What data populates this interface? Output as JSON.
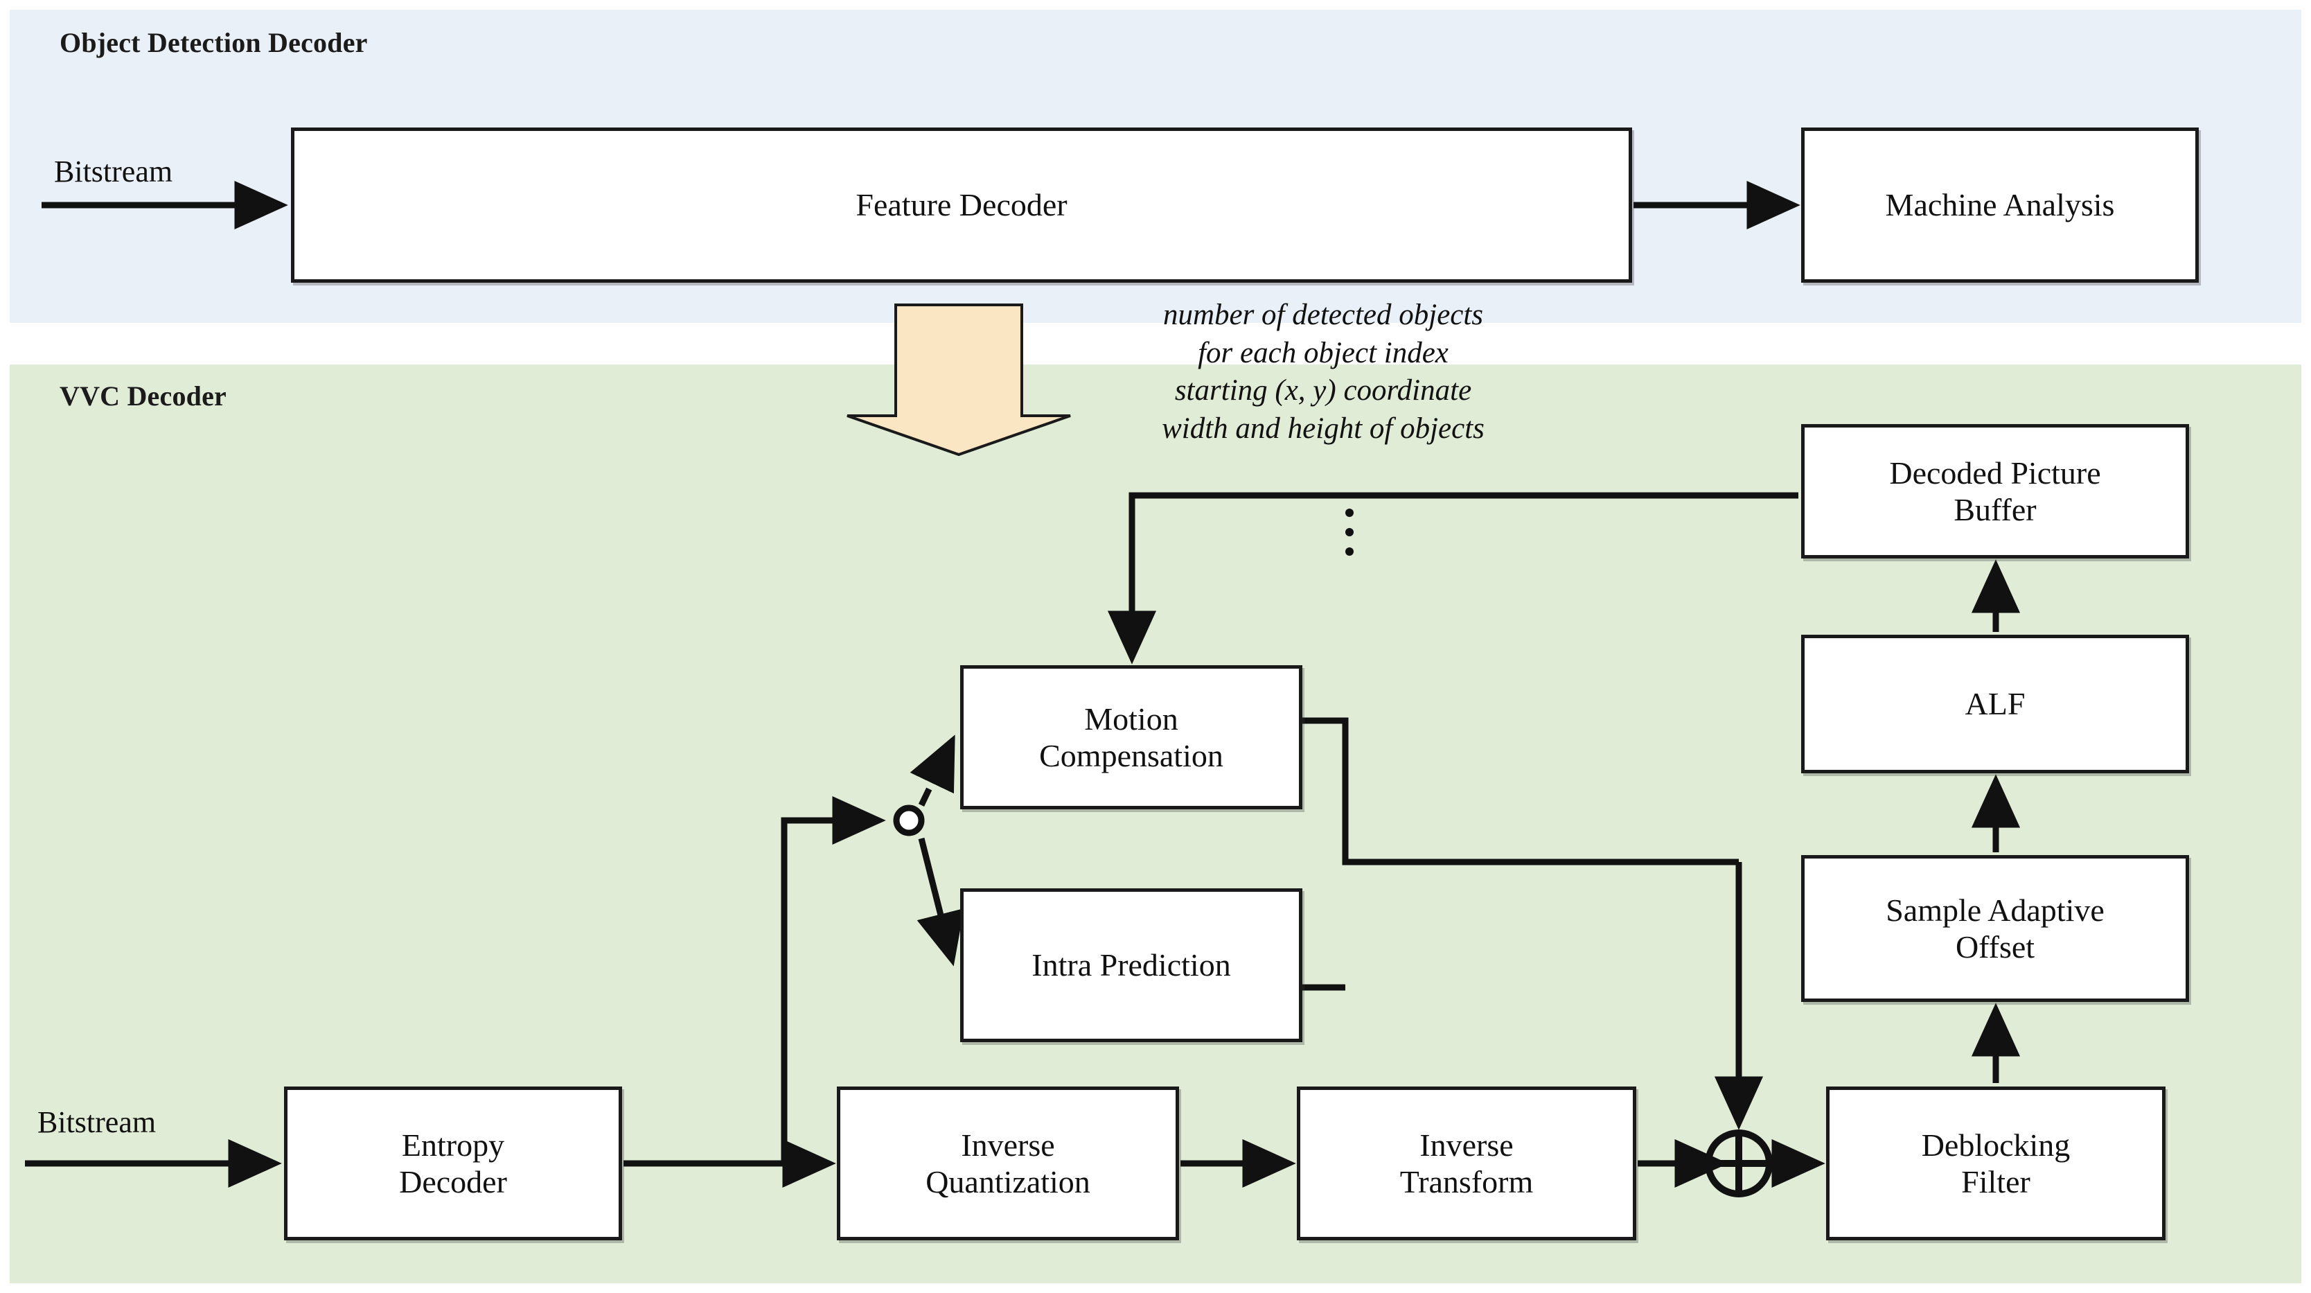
{
  "panels": {
    "object_detection": {
      "title": "Object Detection Decoder",
      "bg_color": "#eaf0f8"
    },
    "vvc": {
      "title": "VVC Decoder",
      "bg_color": "#e1ecd7"
    }
  },
  "labels": {
    "bitstream_top": "Bitstream",
    "bitstream_bottom": "Bitstream"
  },
  "blocks": {
    "feature_decoder": "Feature Decoder",
    "machine_analysis": "Machine Analysis",
    "motion_compensation_line1": "Motion",
    "motion_compensation_line2": "Compensation",
    "intra_prediction": "Intra Prediction",
    "entropy_decoder_line1": "Entropy",
    "entropy_decoder_line2": "Decoder",
    "inverse_quantization_line1": "Inverse",
    "inverse_quantization_line2": "Quantization",
    "inverse_transform_line1": "Inverse",
    "inverse_transform_line2": "Transform",
    "deblocking_filter_line1": "Deblocking",
    "deblocking_filter_line2": "Filter",
    "sample_adaptive_offset_line1": "Sample Adaptive",
    "sample_adaptive_offset_line2": "Offset",
    "alf": "ALF",
    "decoded_picture_buffer_line1": "Decoded Picture",
    "decoded_picture_buffer_line2": "Buffer"
  },
  "annotation": {
    "line1": "number of detected objects",
    "line2": "for each object index",
    "line3": "starting (x, y) coordinate",
    "line4": "width and height of objects",
    "continuation": "vertical-ellipsis"
  },
  "icons": {
    "big_down_arrow": "block-arrow-down-icon",
    "summation": "circle-plus-icon",
    "mode_switch": "switch-node-icon",
    "vertical_ellipsis": "vertical-ellipsis-icon"
  },
  "colors": {
    "panel_object_detection": "#eaf0f8",
    "panel_vvc": "#e1ecd7",
    "block_arrow_fill": "#fae6c3",
    "stroke": "#1a1a1a",
    "block_fill": "#ffffff"
  }
}
